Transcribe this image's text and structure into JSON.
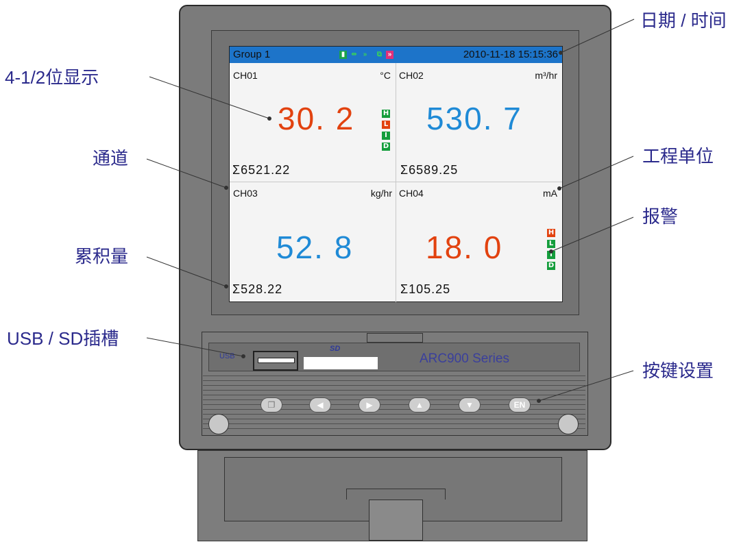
{
  "device": {
    "screen": {
      "status_bar": {
        "group": "Group  1",
        "datetime": "2010-11-18   15:15:36",
        "icons": [
          "sd-card-icon",
          "usb-icon",
          "forward-icon",
          "battery-icon",
          "signal-icon"
        ]
      },
      "channels": [
        {
          "name": "CH01",
          "unit": "°C",
          "value": "30. 2",
          "total": "6521.22",
          "value_color": "#e2420f",
          "alarms": [
            {
              "label": "H",
              "color": "#149d3c"
            },
            {
              "label": "L",
              "color": "#e2420f"
            },
            {
              "label": "I",
              "color": "#149d3c"
            },
            {
              "label": "D",
              "color": "#149d3c"
            }
          ]
        },
        {
          "name": "CH02",
          "unit": "m³/hr",
          "value": "530. 7",
          "total": "6589.25",
          "value_color": "#1f8ad6",
          "alarms": []
        },
        {
          "name": "CH03",
          "unit": "kg/hr",
          "value": "52. 8",
          "total": "528.22",
          "value_color": "#1f8ad6",
          "alarms": []
        },
        {
          "name": "CH04",
          "unit": "mA",
          "value": "18. 0",
          "total": "105.25",
          "value_color": "#e2420f",
          "alarms": [
            {
              "label": "H",
              "color": "#e2420f"
            },
            {
              "label": "L",
              "color": "#149d3c"
            },
            {
              "label": "I",
              "color": "#149d3c"
            },
            {
              "label": "D",
              "color": "#149d3c"
            }
          ]
        }
      ],
      "sum_symbol": "Σ"
    },
    "panel": {
      "usb_label": "USB",
      "sd_label": "SD",
      "series": "ARC900 Series",
      "keys": [
        "menu-icon",
        "left-arrow-icon",
        "right-arrow-icon",
        "up-arrow-icon",
        "down-arrow-icon",
        "EN"
      ]
    }
  },
  "annotations": {
    "datetime": "日期 / 时间",
    "digits": "4-1/2位显示",
    "channel": "通道",
    "unit": "工程单位",
    "alarm": "报警",
    "total": "累积量",
    "slot": "USB / SD插槽",
    "keys": "按键设置"
  },
  "colors": {
    "status_bar": "#1d74c9",
    "annotation_text": "#2b2a8c"
  }
}
